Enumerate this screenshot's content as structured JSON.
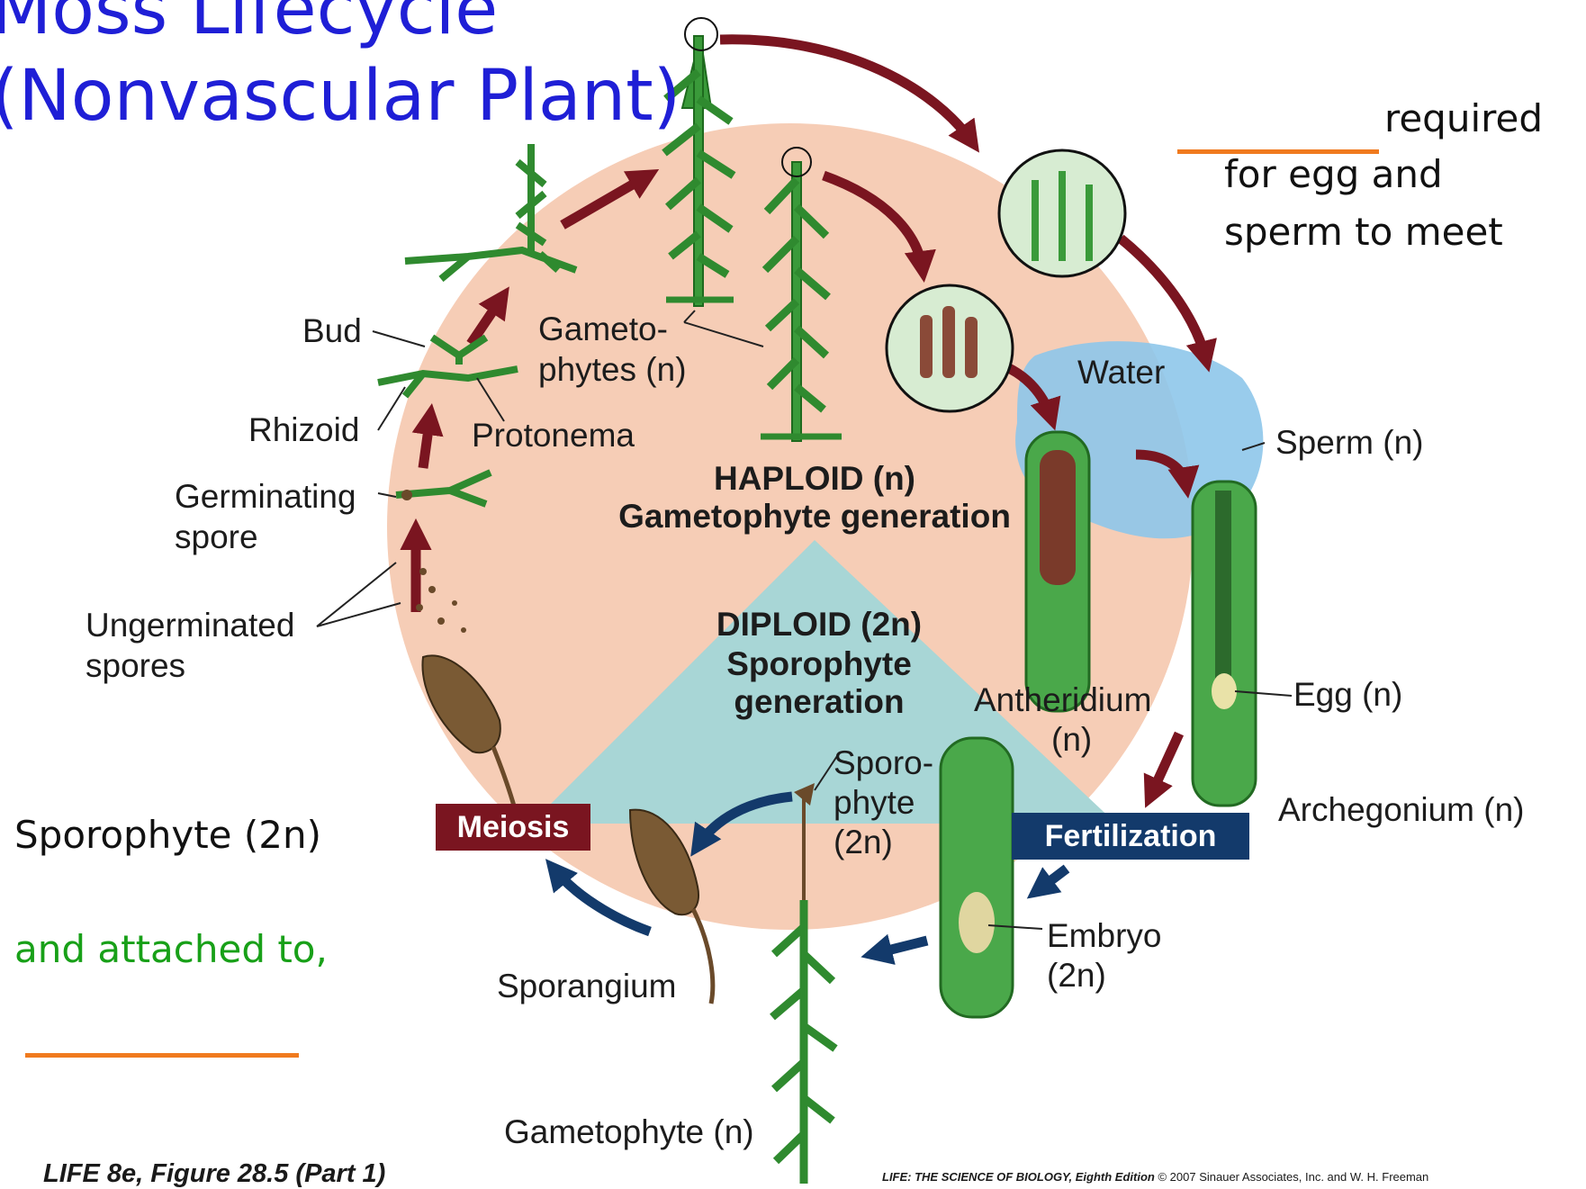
{
  "title": {
    "line1": "Moss Lifecycle",
    "line2": "(Nonvascular Plant)"
  },
  "notes": {
    "required": "required",
    "for_egg": "for egg and",
    "sperm_meet": "sperm to meet",
    "sporophyte": "Sporophyte (2n)",
    "attached": "and attached to,"
  },
  "labels": {
    "bud": "Bud",
    "rhizoid": "Rhizoid",
    "germinating_1": "Germinating",
    "germinating_2": "spore",
    "ungerminated_1": "Ungerminated",
    "ungerminated_2": "spores",
    "gameto_1": "Gameto-",
    "gameto_2": "phytes (n)",
    "protonema": "Protonema",
    "water": "Water",
    "sperm": "Sperm (n)",
    "haploid_1": "HAPLOID (n)",
    "haploid_2": "Gametophyte generation",
    "diploid_1": "DIPLOID (2n)",
    "diploid_2": "Sporophyte",
    "diploid_3": "generation",
    "antheridium_1": "Antheridium",
    "antheridium_2": "(n)",
    "egg": "Egg (n)",
    "archegonium": "Archegonium (n)",
    "sporo_1": "Sporo-",
    "sporo_2": "phyte",
    "sporo_3": "(2n)",
    "meiosis": "Meiosis",
    "fertilization": "Fertilization",
    "embryo_1": "Embryo",
    "embryo_2": "(2n)",
    "sporangium": "Sporangium",
    "gametophyte_bottom": "Gametophyte (n)"
  },
  "caption": {
    "left": "LIFE 8e, Figure 28.5 (Part 1)",
    "right_bold": "LIFE: THE SCIENCE OF BIOLOGY, Eighth Edition",
    "right_rest": "© 2007 Sinauer Associates, Inc. and W. H. Freeman"
  },
  "colors": {
    "title": "#1f1fd6",
    "haploid_bg": "#f6cdb6",
    "diploid_bg": "#a8d6d6",
    "water": "#8ec6ea",
    "arrow_red": "#7a1520",
    "arrow_blue": "#133a6b",
    "plant_green": "#3a9a3a",
    "blank_orange": "#f07a1e",
    "green_note": "#18a018"
  }
}
